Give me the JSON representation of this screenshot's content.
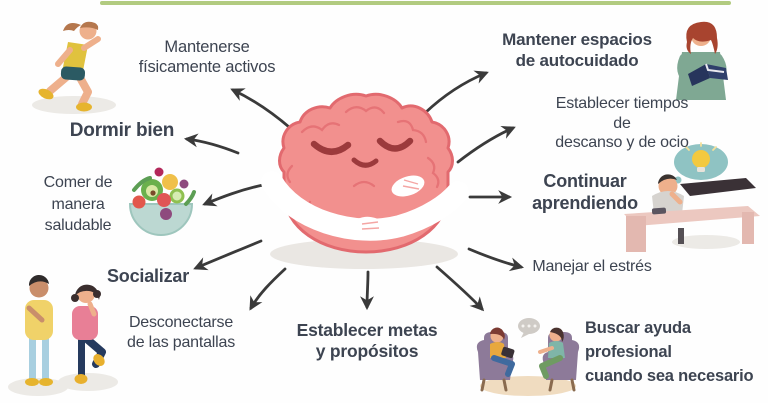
{
  "diagram": {
    "subject": "mental-health-self-care-mindmap",
    "center_illustration": "brain-hugging-itself",
    "accent_color": "#b2cb80",
    "text_color": "#3d4451",
    "arrow_color": "#3a3a3a"
  },
  "nodes": [
    {
      "id": "physical-activity",
      "text": "Mantenerse\nfísicamente activos",
      "illustration": "running-woman"
    },
    {
      "id": "sleep-well",
      "text": "Dormir bien",
      "illustration": ""
    },
    {
      "id": "healthy-eating",
      "text": "Comer de\nmanera\nsaludable",
      "illustration": "healthy-food-bowl"
    },
    {
      "id": "socialize",
      "text": "Socializar",
      "illustration": "two-people-talking"
    },
    {
      "id": "disconnect-screens",
      "text": "Desconectarse\nde las pantallas",
      "illustration": ""
    },
    {
      "id": "set-goals",
      "text": "Establecer metas\ny propósitos",
      "illustration": ""
    },
    {
      "id": "self-care-spaces",
      "text": "Mantener espacios\nde autocuidado",
      "illustration": "woman-reading-book"
    },
    {
      "id": "rest-leisure",
      "text": "Establecer tiempos de\ndescanso y de ocio",
      "illustration": ""
    },
    {
      "id": "keep-learning",
      "text": "Continuar\naprendiendo",
      "illustration": "man-studying-at-desk"
    },
    {
      "id": "manage-stress",
      "text": "Manejar el estrés",
      "illustration": ""
    },
    {
      "id": "professional-help",
      "text": "Buscar ayuda\nprofesional\ncuando sea necesario",
      "illustration": "therapy-session"
    }
  ]
}
